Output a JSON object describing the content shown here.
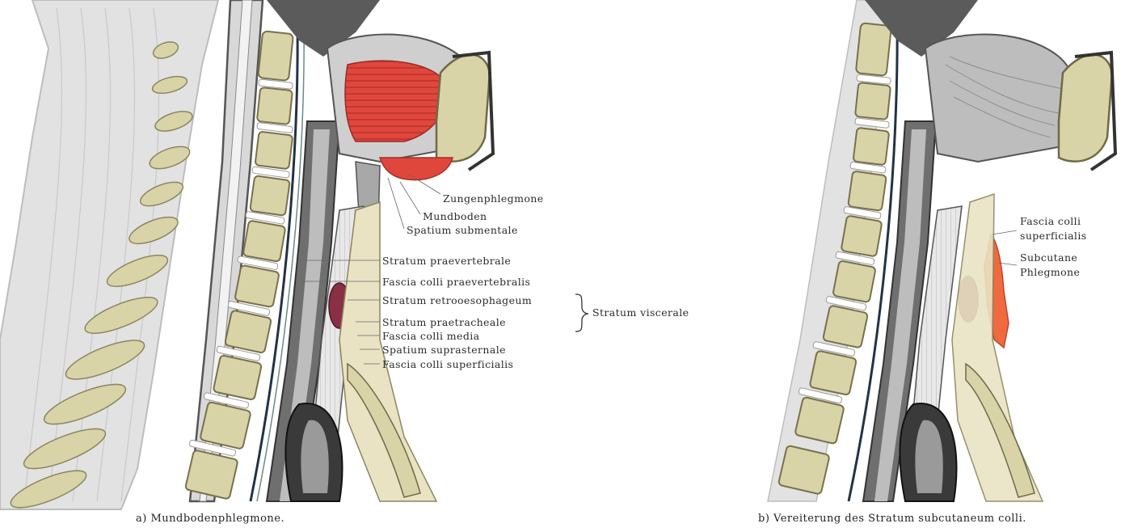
{
  "figure_a": {
    "caption": "a) Mundbodenphlegmone.",
    "labels": {
      "zungenphlegmone": "Zungenphlegmone",
      "mundboden": "Mundboden",
      "spatium_submentale": "Spatium submentale",
      "stratum_praevertebrale": "Stratum praevertebrale",
      "fascia_colli_praevertebralis": "Fascia colli praevertebralis",
      "stratum_retrooesophageum": "Stratum retrooesophageum",
      "stratum_praetracheale": "Stratum praetracheale",
      "fascia_colli_media": "Fascia colli media",
      "spatium_suprasternale": "Spatium suprasternale",
      "fascia_colli_superficialis": "Fascia colli superficialis",
      "stratum_viscerale": "Stratum viscerale"
    }
  },
  "figure_b": {
    "caption": "b) Vereiterung des Stratum subcutaneum colli.",
    "labels": {
      "fascia_colli": "Fascia colli",
      "superficialis": "superficialis",
      "subcutane": "Subcutane",
      "phlegmone": "Phlegmone"
    }
  },
  "colors": {
    "bone": "#d9d3a8",
    "abscess_red": "#e0473c",
    "tissue_gray": "#7a7a7a",
    "esophagus_purple": "#8a3044",
    "subcutaneous_orange": "#ef6a3e"
  }
}
